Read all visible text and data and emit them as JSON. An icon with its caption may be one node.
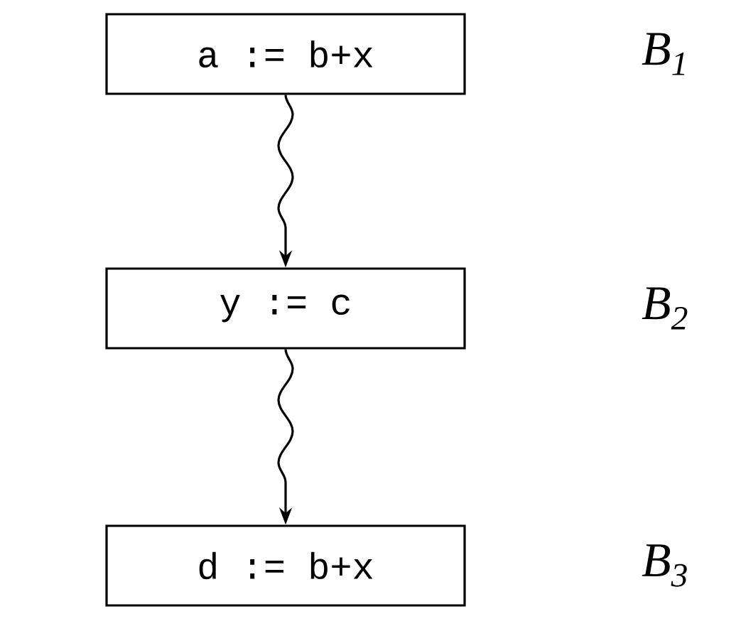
{
  "diagram": {
    "nodes": [
      {
        "text": [
          "a := b+x"
        ],
        "beside": [
          "B$_{1}$"
        ]
      },
      {
        "text": [
          "y := c"
        ],
        "beside": [
          "B$_{2}$"
        ]
      },
      {
        "text": [
          "d := b+x"
        ],
        "beside": [
          "B$_{3}$"
        ]
      }
    ],
    "edges": [
      {
        "from": 0,
        "to": 1,
        "arrow": "to"
      },
      {
        "from": 1,
        "to": 2,
        "arrow": "to"
      }
    ]
  }
}
